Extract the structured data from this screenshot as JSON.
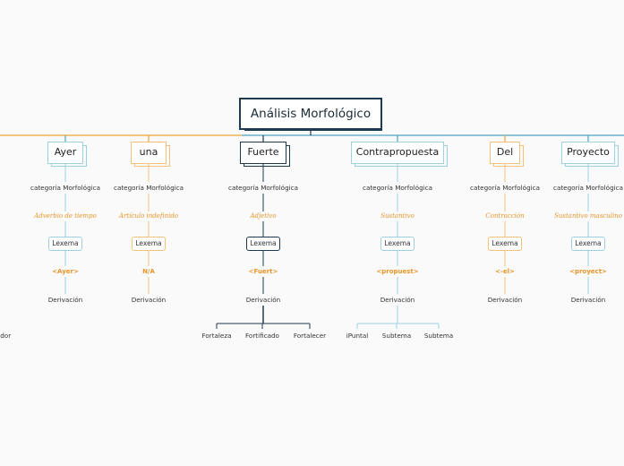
{
  "root": {
    "title": "Análisis Morfológico"
  },
  "colors": {
    "dark": "#1f3a4f",
    "teal": "#4fa3c4",
    "orange": "#f0a232",
    "accent_text": "#e8952a"
  },
  "branches": [
    {
      "topic": "Ayer",
      "category_label": "categoría Morfológica",
      "category": "Adverbio de tiempo",
      "lexeme_label": "Lexema",
      "lexeme": "<Ayer>",
      "derivation_label": "Derivación",
      "derivations": []
    },
    {
      "topic": "una",
      "category_label": "categoría Morfológica",
      "category": "Artículo indefinido",
      "lexeme_label": "Lexema",
      "lexeme": "N/A",
      "derivation_label": "Derivación",
      "derivations": []
    },
    {
      "topic": "Fuerte",
      "category_label": "categoría Morfológica",
      "category": "Adjetivo",
      "lexeme_label": "Lexema",
      "lexeme": "<Fuert>",
      "derivation_label": "Derivación",
      "derivations": [
        "Fortaleza",
        "Fortificado",
        "Fortalecer"
      ]
    },
    {
      "topic": "Contrapropuesta",
      "category_label": "categoría Morfológica",
      "category": "Sustantivo",
      "lexeme_label": "Lexema",
      "lexeme": "<propuest>",
      "derivation_label": "Derivación",
      "derivations": [
        "iPuntal",
        "Subtema",
        "Subtema"
      ]
    },
    {
      "topic": "Del",
      "category_label": "categoría Morfológica",
      "category": "Contracción",
      "lexeme_label": "Lexema",
      "lexeme": "<-el>",
      "derivation_label": "Derivación",
      "derivations": []
    },
    {
      "topic": "Proyecto",
      "category_label": "categoría Morfológica",
      "category": "Sustantivo masculino",
      "lexeme_label": "Lexema",
      "lexeme": "<proyect>",
      "derivation_label": "Derivación",
      "derivations": []
    }
  ],
  "offscreen": {
    "partial_label": "ador"
  }
}
